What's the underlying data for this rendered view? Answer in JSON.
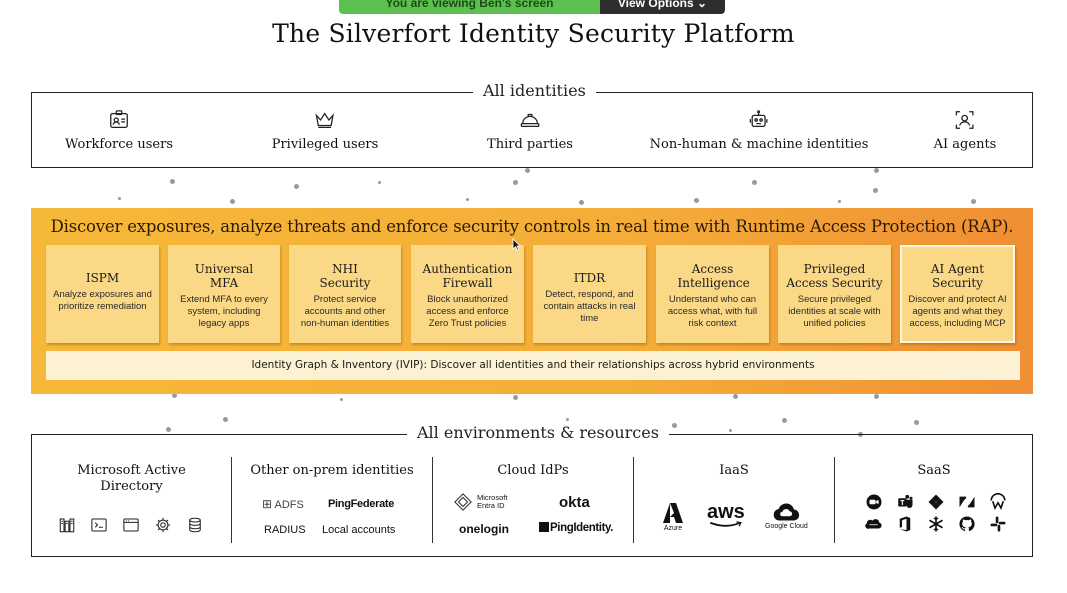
{
  "share_banner": {
    "status_text": "You are viewing  Ben's screen",
    "options_label": "View Options"
  },
  "page": {
    "title": "The Silverfort Identity Security Platform"
  },
  "identities": {
    "legend": "All identities",
    "items": [
      {
        "label": "Workforce users",
        "icon": "id-badge-icon"
      },
      {
        "label": "Privileged users",
        "icon": "crown-icon"
      },
      {
        "label": "Third parties",
        "icon": "hard-hat-icon"
      },
      {
        "label": "Non-human & machine identities",
        "icon": "robot-icon"
      },
      {
        "label": "AI agents",
        "icon": "ai-agent-icon"
      }
    ]
  },
  "rap": {
    "headline": "Discover exposures, analyze threats and enforce security controls in real time with Runtime Access Protection (RAP).",
    "cards": [
      {
        "title": "ISPM",
        "desc": "Analyze exposures and prioritize remediation"
      },
      {
        "title": "Universal MFA",
        "desc": "Extend MFA to every system, including legacy apps"
      },
      {
        "title": "NHI Security",
        "desc": "Protect service accounts and other non-human identities"
      },
      {
        "title": "Authentication Firewall",
        "desc": "Block unauthorized access and enforce Zero Trust policies"
      },
      {
        "title": "ITDR",
        "desc": "Detect, respond, and contain attacks in real time"
      },
      {
        "title": "Access Intelligence",
        "desc": "Understand who can access what, with full risk context"
      },
      {
        "title": "Privileged Access Security",
        "desc": "Secure privileged identities at scale with unified policies"
      },
      {
        "title": "AI Agent Security",
        "desc": "Discover and protect AI agents and what they access, including MCP"
      }
    ],
    "graph_bar": "Identity Graph & Inventory (IVIP): Discover all identities and their relationships across hybrid environments"
  },
  "environments": {
    "legend": "All environments & resources",
    "columns": [
      {
        "title": "Microsoft Active Directory",
        "icons": [
          "server-icon",
          "terminal-icon",
          "window-icon",
          "gear-icon",
          "database-icon"
        ]
      },
      {
        "title": "Other on-prem identities",
        "logos": [
          "ADFS",
          "PingFederate",
          "RADIUS",
          "Local accounts"
        ]
      },
      {
        "title": "Cloud IdPs",
        "logos": [
          "Microsoft Entra ID",
          "okta",
          "onelogin",
          "PingIdentity."
        ]
      },
      {
        "title": "IaaS",
        "logos": [
          "Azure",
          "aws",
          "Google Cloud"
        ]
      },
      {
        "title": "SaaS",
        "icons": [
          "zoom-icon",
          "teams-icon",
          "jira-icon",
          "zendesk-icon",
          "workday-icon",
          "salesforce-icon",
          "office-icon",
          "snowflake-icon",
          "github-icon",
          "slack-icon"
        ]
      }
    ]
  }
}
